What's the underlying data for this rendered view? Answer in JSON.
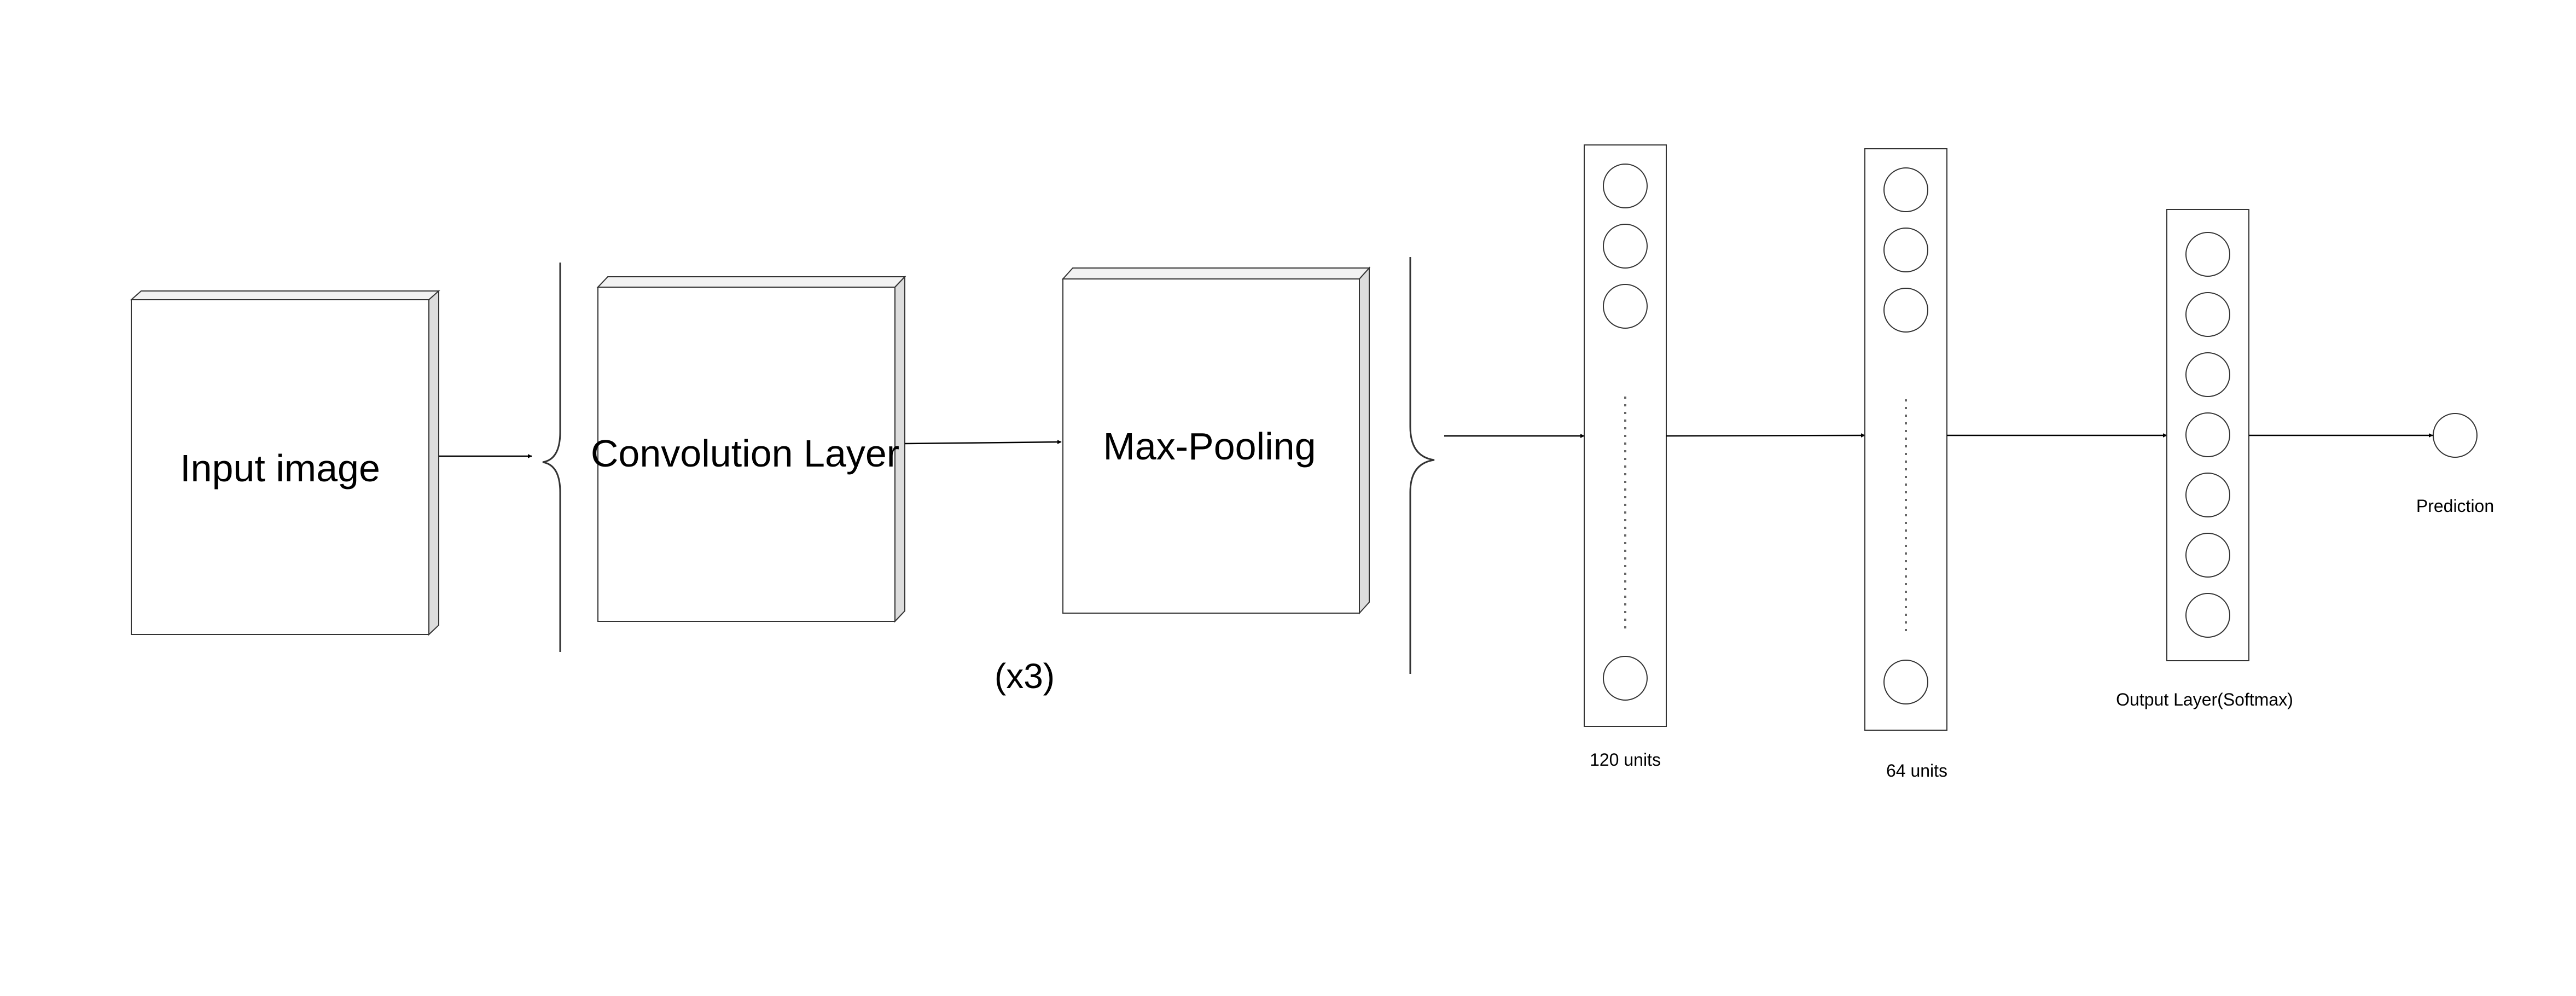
{
  "blocks": {
    "input_image": "Input image",
    "convolution_layer": "Convolution Layer",
    "max_pooling": "Max-Pooling"
  },
  "repeat_label": "(x3)",
  "dense_layers": [
    {
      "label": "120 units"
    },
    {
      "label": "64 units"
    },
    {
      "label": "Output Layer(Softmax)"
    }
  ],
  "prediction_label": "Prediction",
  "colors": {
    "stroke": "#333333",
    "box_side": "#dddddd",
    "box_top": "#f2f2f2",
    "dots": "#666666"
  }
}
